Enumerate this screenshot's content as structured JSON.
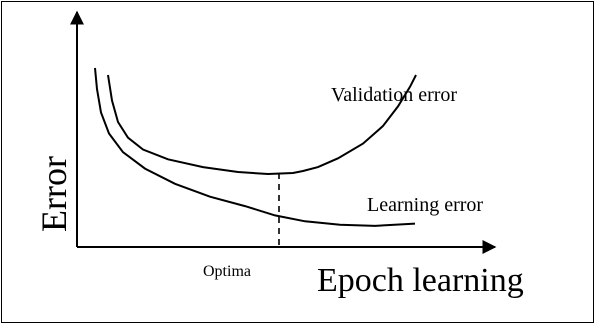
{
  "chart_data": {
    "type": "line",
    "xlabel": "Epoch learning",
    "ylabel": "Error",
    "annotations": {
      "optimum_label": "Optima"
    },
    "grid": false,
    "legend": "none",
    "series": [
      {
        "name": "Validation error",
        "x": [
          0,
          4,
          10,
          20,
          35,
          60,
          95,
          130,
          160,
          185,
          195,
          210,
          230,
          255,
          275,
          290,
          302,
          308
        ],
        "y": [
          0,
          26,
          48,
          64,
          76,
          86,
          94,
          99,
          101,
          100,
          98,
          94,
          85,
          70,
          52,
          32,
          12,
          0
        ]
      },
      {
        "name": "Learning error",
        "x": [
          0,
          2,
          6,
          14,
          28,
          50,
          80,
          115,
          150,
          180,
          210,
          245,
          280,
          320
        ],
        "y": [
          0,
          18,
          38,
          56,
          72,
          86,
          99,
          110,
          118,
          126,
          131,
          134,
          135,
          133
        ]
      }
    ],
    "optimum_x": 185
  }
}
